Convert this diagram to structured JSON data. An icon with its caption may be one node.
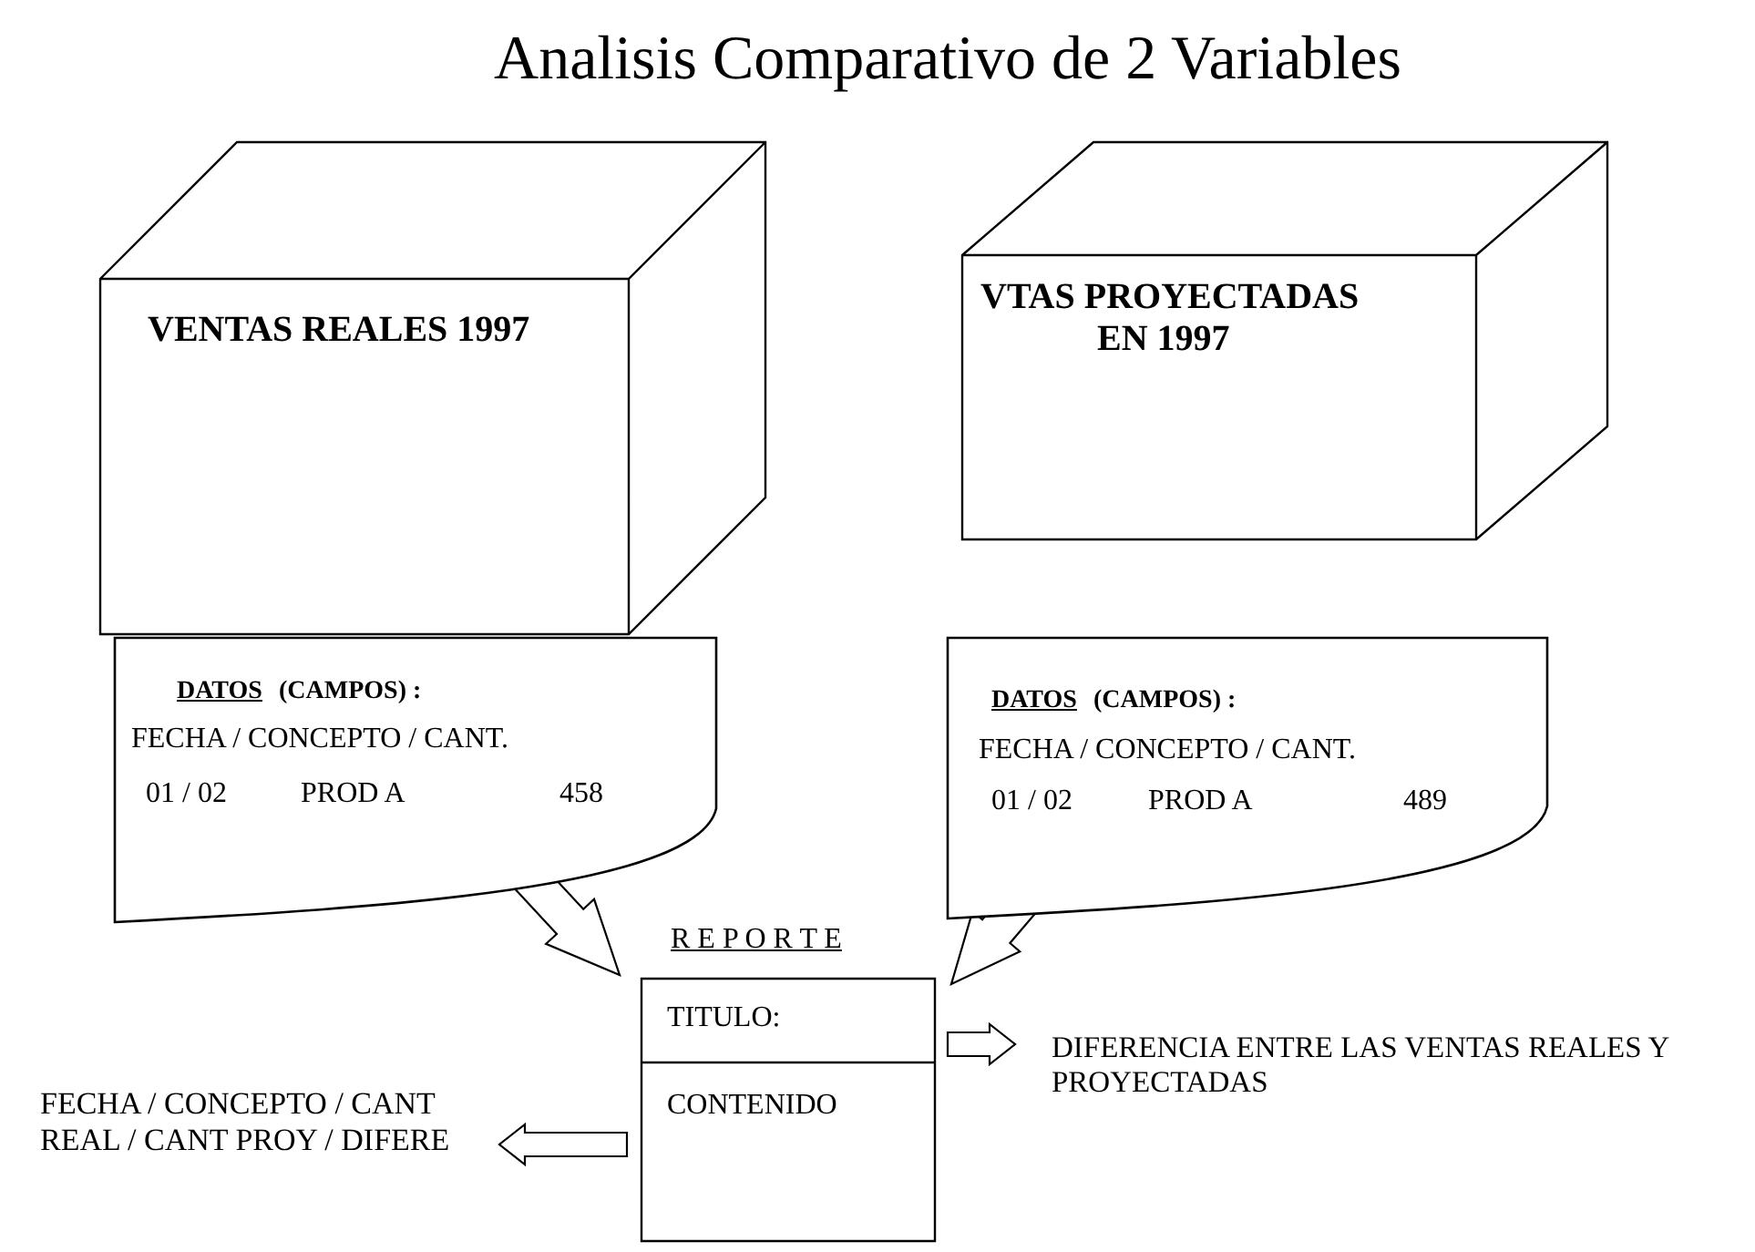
{
  "diagram": {
    "title": "Analisis Comparativo de 2 Variables",
    "nodes": [
      {
        "text": [
          "VENTAS REALES 1997"
        ]
      },
      {
        "text": [
          "VTAS PROYECTADAS EN 1997"
        ]
      },
      {
        "text": [
          "DATOS",
          "(CAMPOS) :",
          "FECHA / CONCEPTO / CANT.",
          "01 / 02",
          "PROD A",
          "458"
        ]
      },
      {
        "text": [
          "DATOS",
          "(CAMPOS) :",
          "FECHA / CONCEPTO / CANT.",
          "01 / 02",
          "PROD A",
          "489"
        ]
      },
      {
        "text": [
          "R E P O R T E",
          "TITULO:",
          "CONTENIDO"
        ]
      },
      {
        "text": [
          "DIFERENCIA ENTRE LAS VENTAS REALES Y PROYECTADAS"
        ]
      },
      {
        "text": [
          "FECHA / CONCEPTO / CANT REAL / CANT PROY / DIFERE"
        ]
      }
    ],
    "edges": [
      {
        "from": 2,
        "to": 4,
        "arrow": "to"
      },
      {
        "from": 3,
        "to": 4,
        "arrow": "to"
      },
      {
        "from": 4,
        "to": 5,
        "arrow": "to"
      },
      {
        "from": 4,
        "to": 6,
        "arrow": "to"
      }
    ]
  }
}
